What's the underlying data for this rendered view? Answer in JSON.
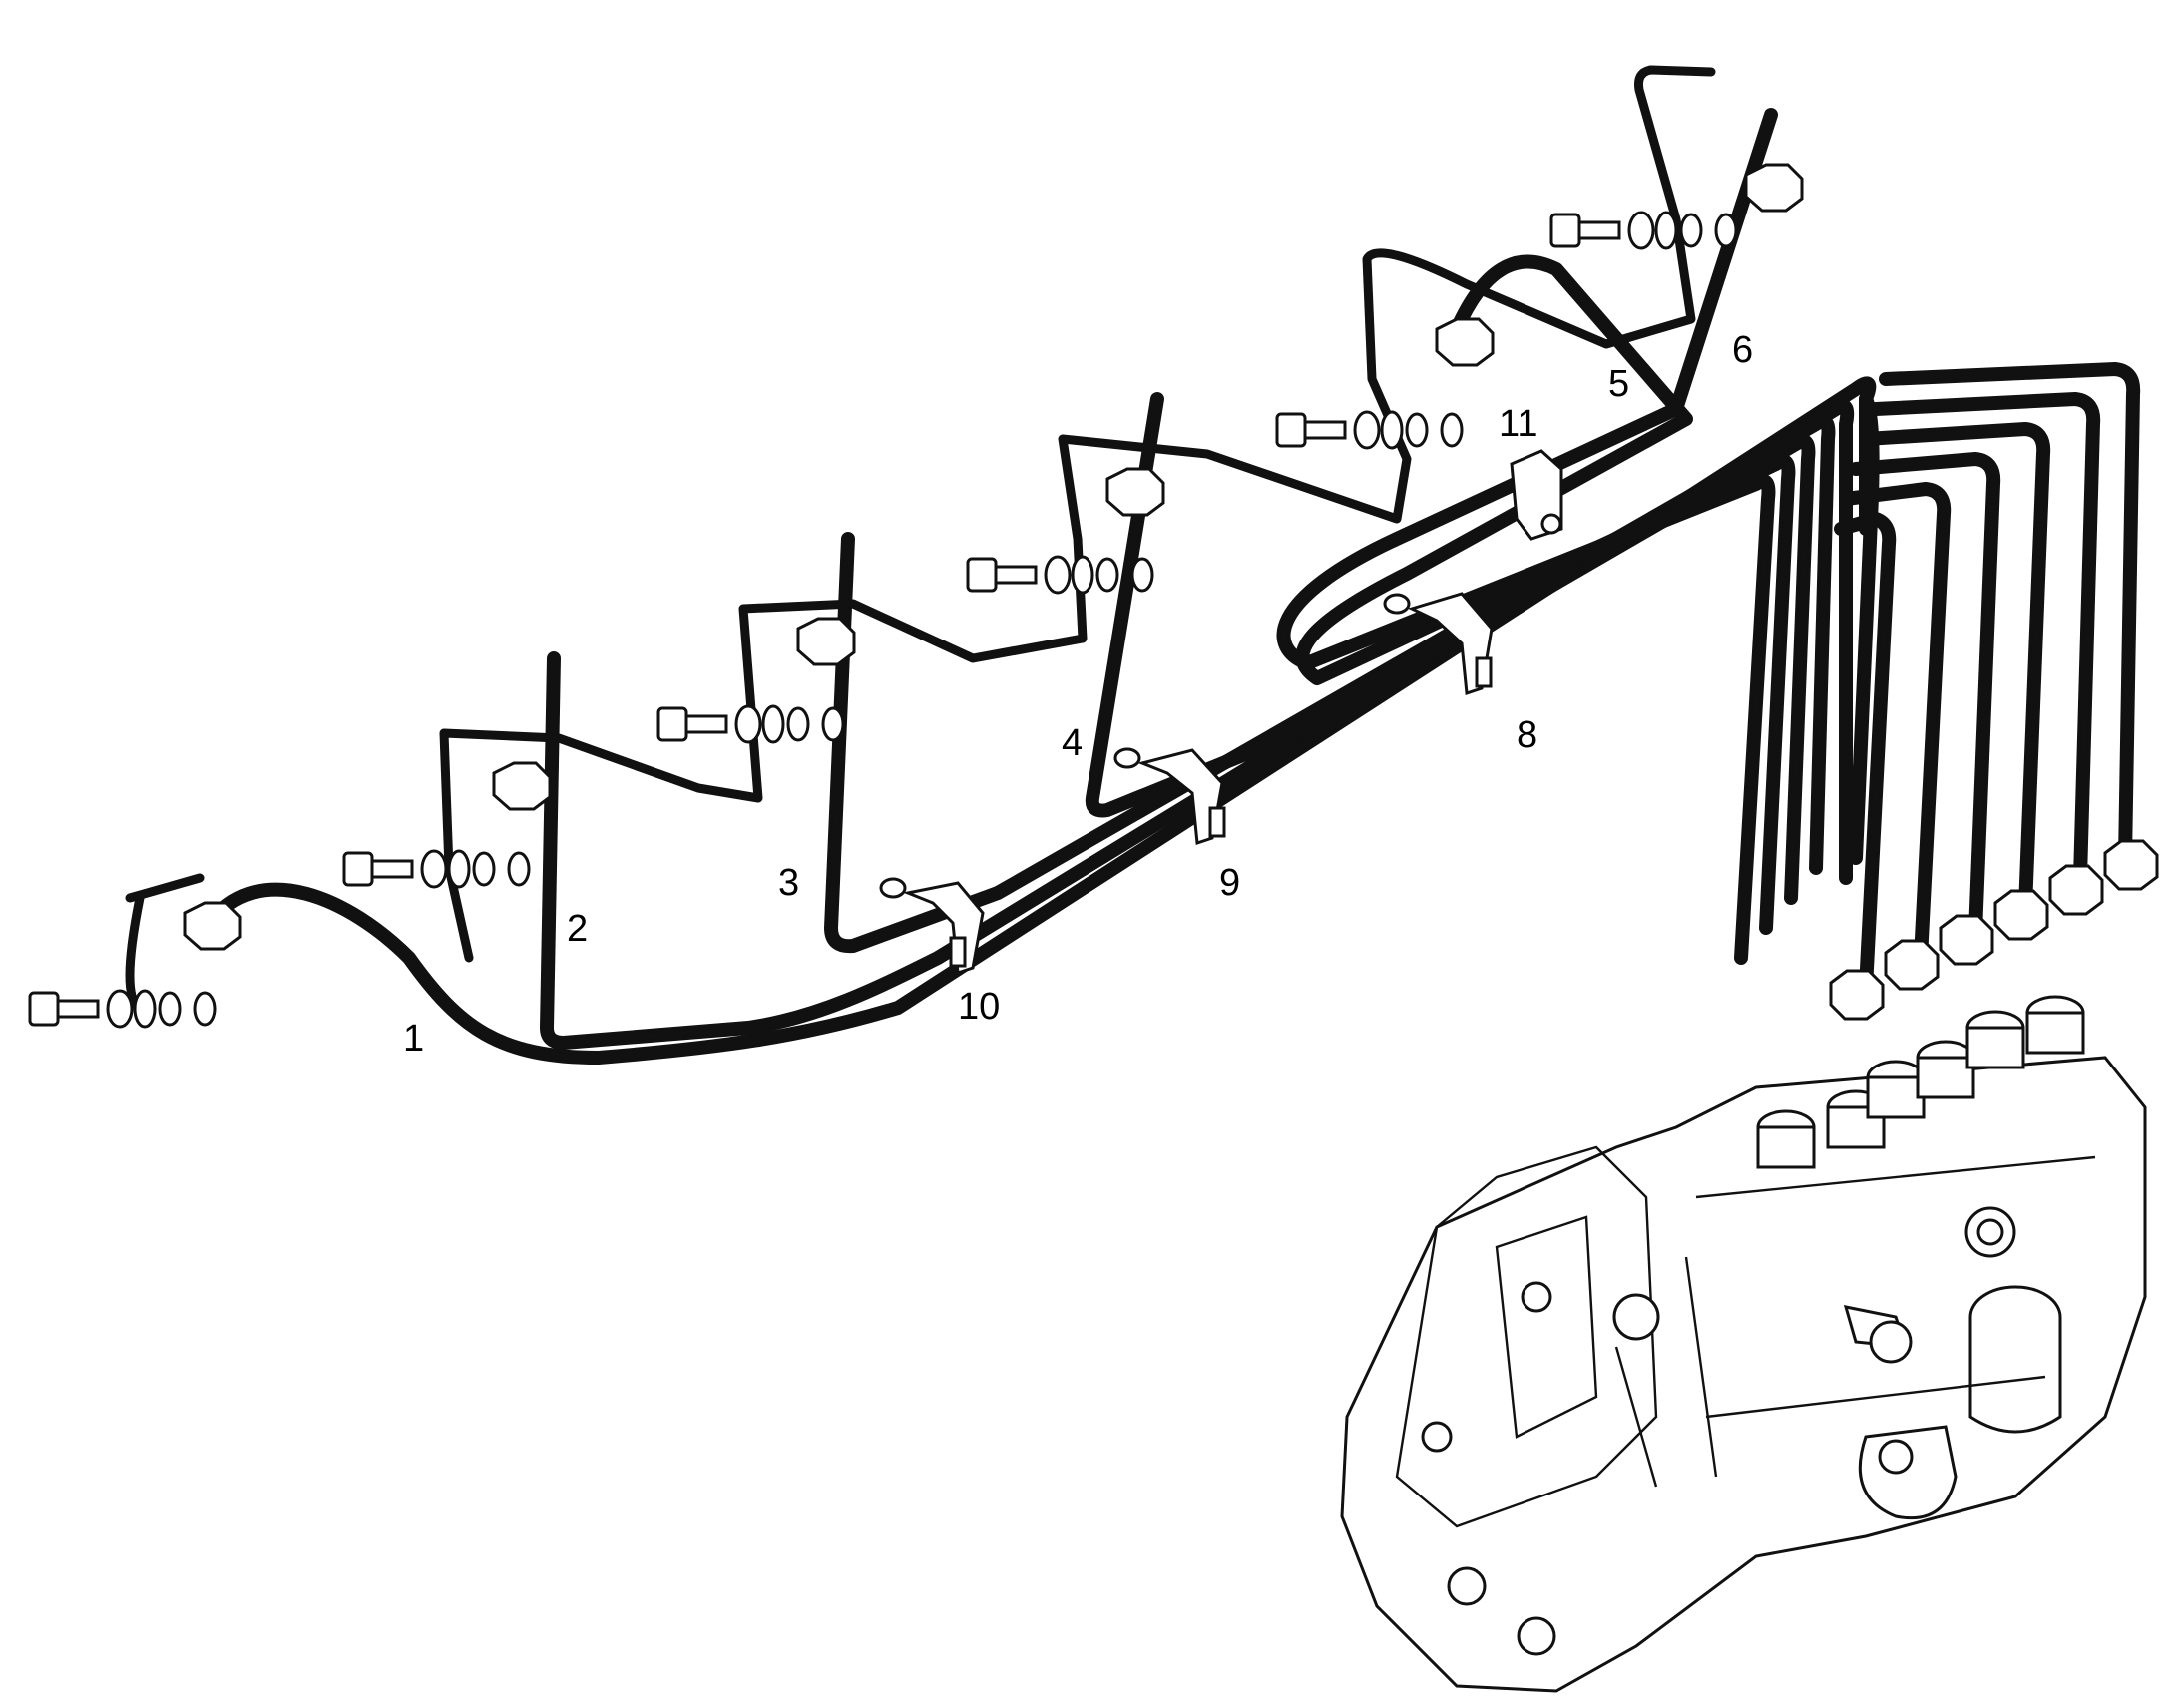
{
  "diagram": {
    "callouts": [
      "1",
      "2",
      "3",
      "4",
      "5",
      "6",
      "8",
      "9",
      "10",
      "11"
    ],
    "colors": {
      "line": "#111111",
      "background": "#ffffff"
    }
  }
}
